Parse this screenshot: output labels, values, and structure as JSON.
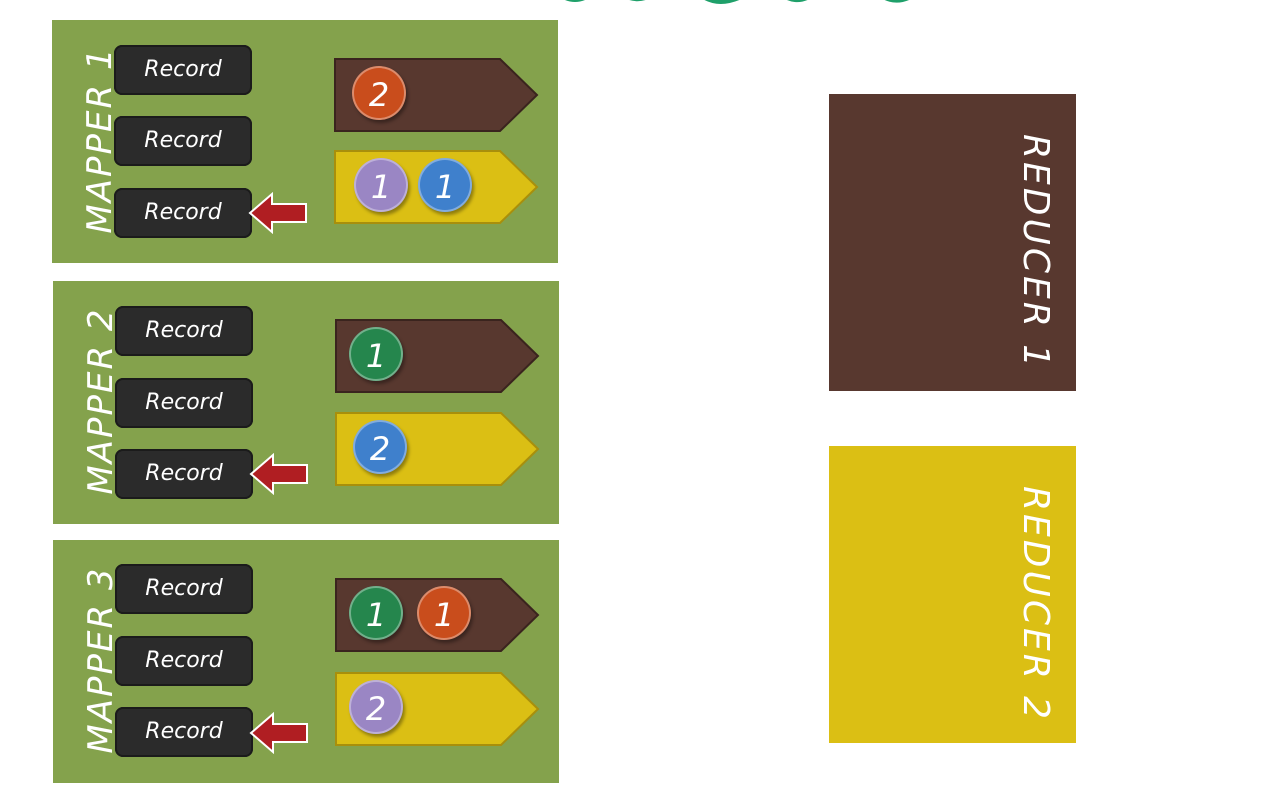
{
  "colors": {
    "mapper_bg": "#84a24c",
    "record_bg": "#2b2b2b",
    "arrow": "#b01e22",
    "queue_brown": "#58382f",
    "queue_yellow": "#dbbf14",
    "reducer_1": "#58382f",
    "reducer_2": "#dbbf14",
    "token_orange": "#c94d1c",
    "token_purple": "#9a86c4",
    "token_blue": "#3f80cc",
    "token_green": "#25864d"
  },
  "mappers": [
    {
      "label": "MAPPER 1",
      "records": [
        "Record",
        "Record",
        "Record"
      ],
      "brown_tokens": [
        {
          "value": "2",
          "color": "token_orange"
        }
      ],
      "yellow_tokens": [
        {
          "value": "1",
          "color": "token_purple"
        },
        {
          "value": "1",
          "color": "token_blue"
        }
      ]
    },
    {
      "label": "MAPPER 2",
      "records": [
        "Record",
        "Record",
        "Record"
      ],
      "brown_tokens": [
        {
          "value": "1",
          "color": "token_green"
        }
      ],
      "yellow_tokens": [
        {
          "value": "2",
          "color": "token_blue"
        }
      ]
    },
    {
      "label": "MAPPER 3",
      "records": [
        "Record",
        "Record",
        "Record"
      ],
      "brown_tokens": [
        {
          "value": "1",
          "color": "token_green"
        },
        {
          "value": "1",
          "color": "token_orange"
        }
      ],
      "yellow_tokens": [
        {
          "value": "2",
          "color": "token_purple"
        }
      ]
    }
  ],
  "reducers": [
    {
      "label": "REDUCER 1",
      "color": "reducer_1"
    },
    {
      "label": "REDUCER 2",
      "color": "reducer_2"
    }
  ]
}
